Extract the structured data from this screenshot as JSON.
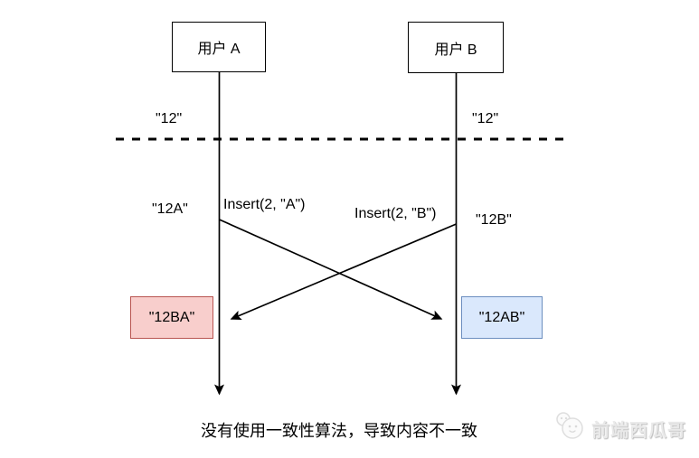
{
  "diagram": {
    "actors": [
      {
        "label": "用户 A"
      },
      {
        "label": "用户 B"
      }
    ],
    "initial_states": [
      {
        "label": "\"12\""
      },
      {
        "label": "\"12\""
      }
    ],
    "operations": [
      {
        "label": "Insert(2, \"A\")",
        "local_state": "\"12A\"",
        "from": "用户 A",
        "to": "用户 B"
      },
      {
        "label": "Insert(2, \"B\")",
        "local_state": "\"12B\"",
        "from": "用户 B",
        "to": "用户 A"
      }
    ],
    "results": [
      {
        "label": "\"12BA\"",
        "fill": "#f8cecc",
        "border": "#b85450"
      },
      {
        "label": "\"12AB\"",
        "fill": "#dae8fc",
        "border": "#6c8ebf"
      }
    ],
    "caption": "没有使用一致性算法，导致内容不一致",
    "line_color": "#000000",
    "background": "#ffffff"
  },
  "watermark": {
    "label": "前端西瓜哥"
  }
}
